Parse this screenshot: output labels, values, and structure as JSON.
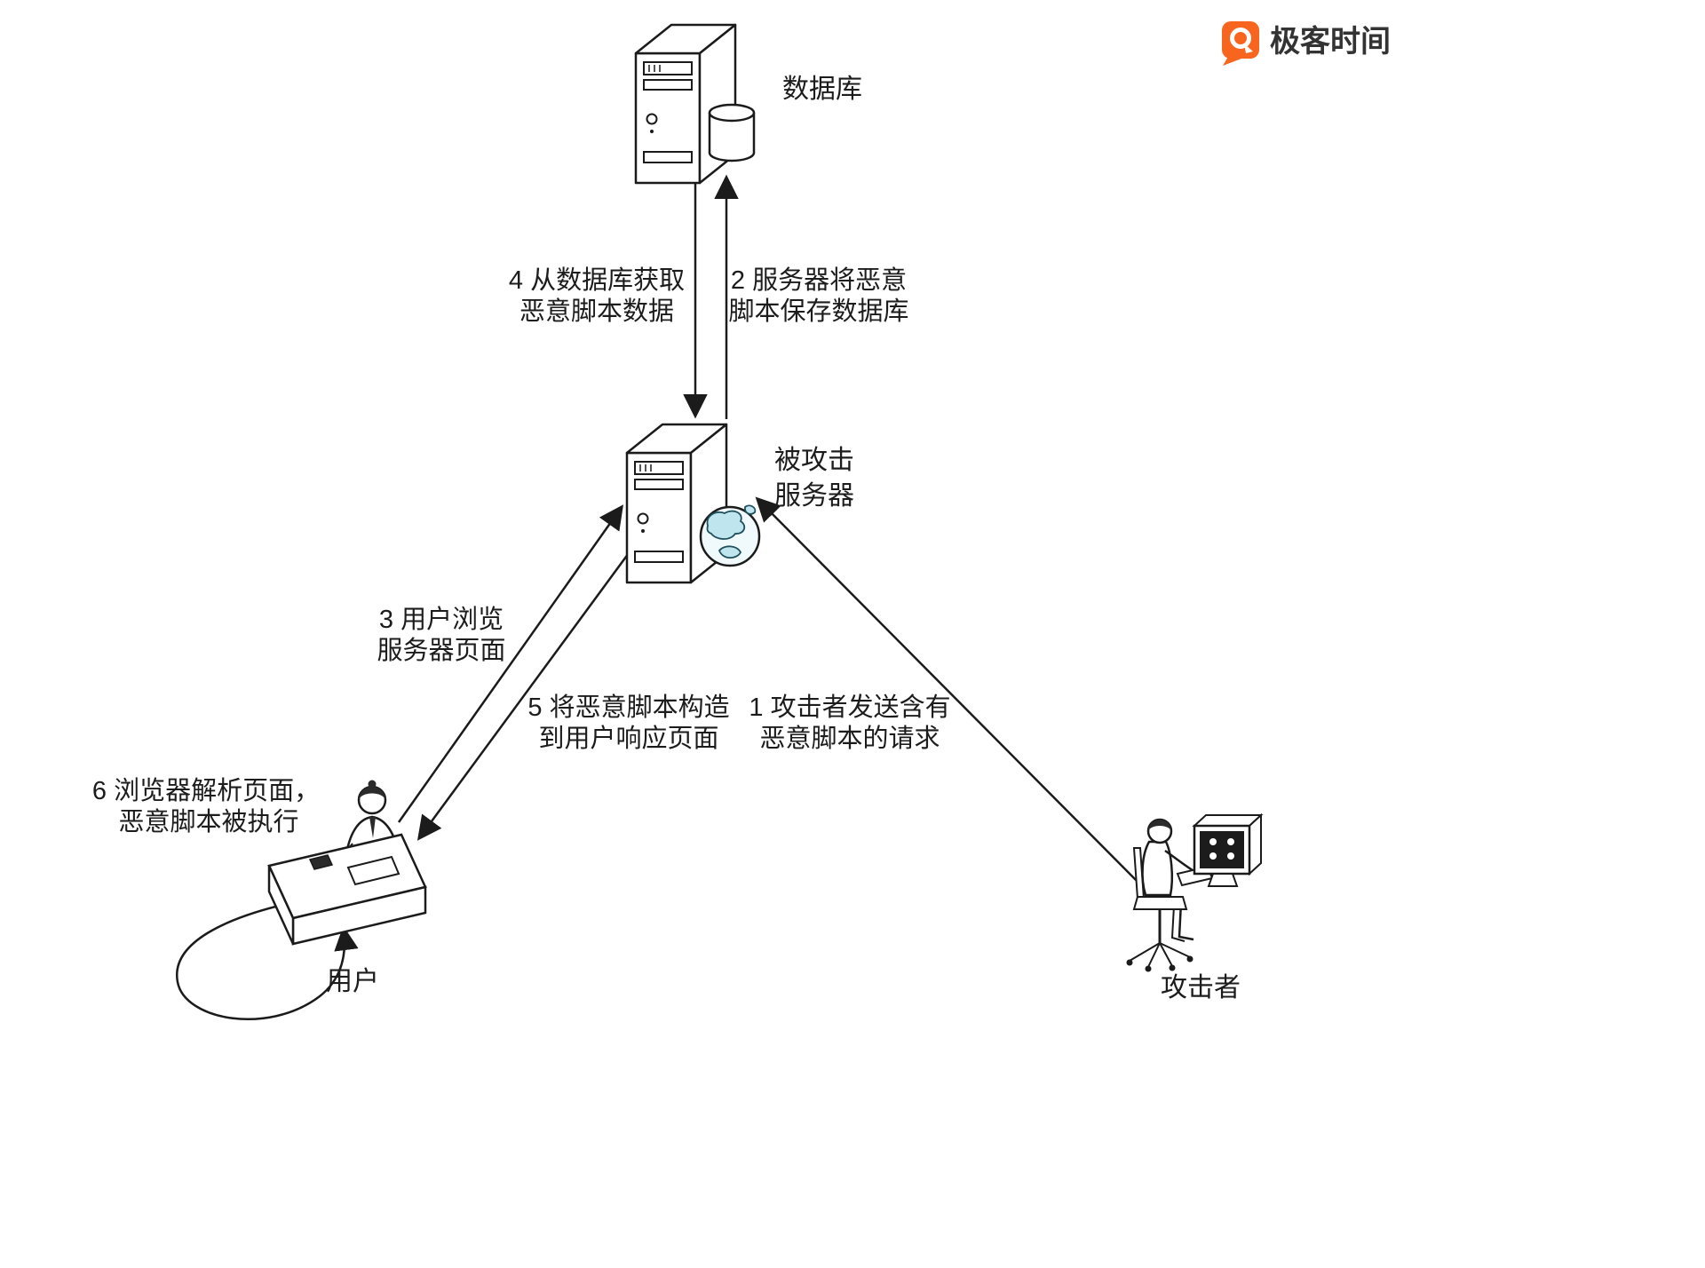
{
  "brand": {
    "name": "极客时间",
    "accent_color": "#F7651F"
  },
  "nodes": {
    "database": {
      "label": "数据库"
    },
    "server": {
      "labels": [
        "被攻击",
        "服务器"
      ]
    },
    "user": {
      "label": "用户"
    },
    "attacker": {
      "label": "攻击者"
    }
  },
  "steps": {
    "s1": [
      "1 攻击者发送含有",
      "恶意脚本的请求"
    ],
    "s2": [
      "2 服务器将恶意",
      "脚本保存数据库"
    ],
    "s3": [
      "3 用户浏览",
      "服务器页面"
    ],
    "s4": [
      "4 从数据库获取",
      "恶意脚本数据"
    ],
    "s5": [
      "5 将恶意脚本构造",
      "到用户响应页面"
    ],
    "s6": [
      "6 浏览器解析页面，",
      "恶意脚本被执行"
    ]
  },
  "icons": {
    "database_server": "server-tower-icon",
    "database_cylinder": "database-cylinder-icon",
    "attacked_server": "server-tower-icon",
    "globe": "globe-icon",
    "user": "person-at-desk-icon",
    "attacker": "person-at-computer-icon",
    "logo": "geektime-logo-icon"
  },
  "colors": {
    "line": "#1b1b1b",
    "globe_land": "#bfe6ef",
    "screen": "#1c1c1c"
  }
}
